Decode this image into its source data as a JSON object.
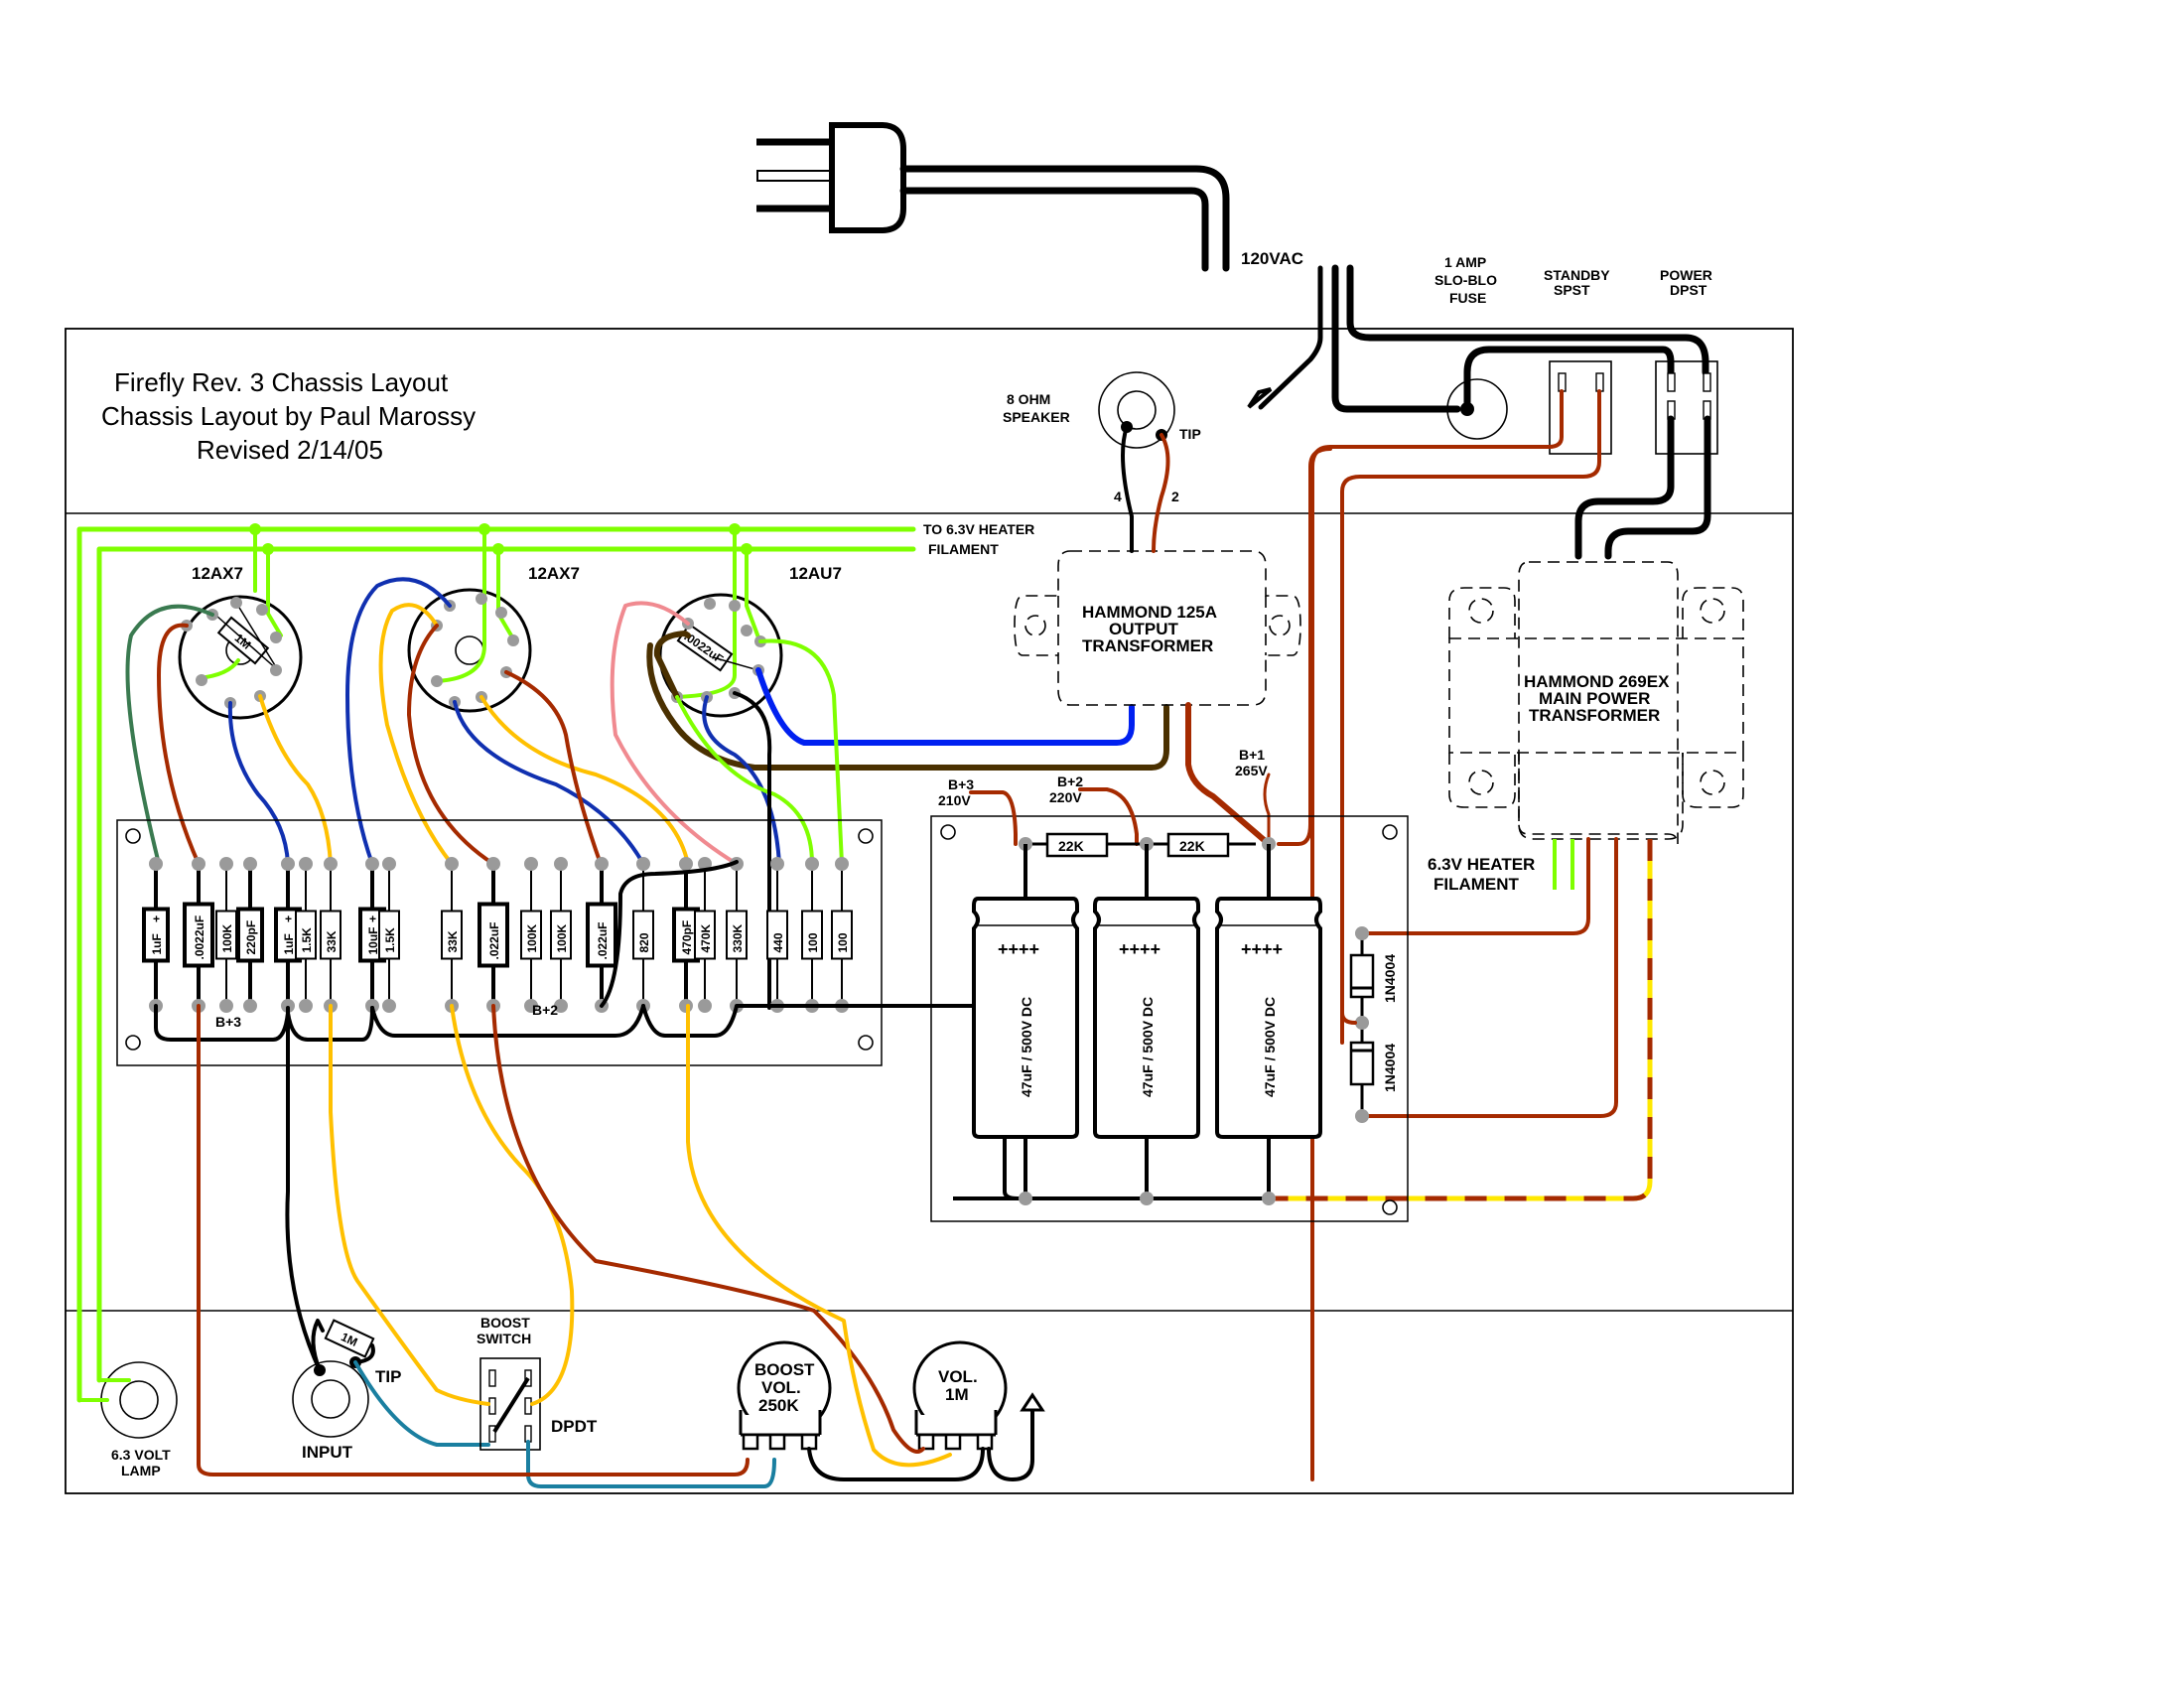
{
  "title_block": {
    "line1": "Firefly Rev. 3 Chassis Layout",
    "line2": "Chassis Layout by Paul Marossy",
    "line3": "Revised 2/14/05"
  },
  "power_section": {
    "mains_label": "120VAC",
    "fuse_label": [
      "1 AMP",
      "SLO-BLO",
      "FUSE"
    ],
    "standby_label": [
      "STANDBY",
      "SPST"
    ],
    "power_label": [
      "POWER",
      "DPST"
    ]
  },
  "speaker": {
    "label": [
      "8 OHM",
      "SPEAKER"
    ],
    "tip_label": "TIP",
    "tap_4": "4",
    "tap_2": "2"
  },
  "heater": {
    "label": [
      "TO 6.3V HEATER",
      "FILAMENT"
    ],
    "pt_label": [
      "6.3V HEATER",
      "FILAMENT"
    ]
  },
  "tubes": [
    {
      "name": "12AX7",
      "internal_part": "1M"
    },
    {
      "name": "12AX7",
      "internal_part": ""
    },
    {
      "name": "12AU7",
      "internal_part": ".0022uF"
    }
  ],
  "output_transformer": {
    "label": [
      "HAMMOND 125A",
      "OUTPUT",
      "TRANSFORMER"
    ]
  },
  "power_transformer": {
    "label": [
      "HAMMOND 269EX",
      "MAIN POWER",
      "TRANSFORMER"
    ]
  },
  "turret_board": {
    "components": [
      {
        "value": "1uF",
        "type": "electrolytic",
        "polarity": "+"
      },
      {
        "value": ".0022uF",
        "type": "capacitor"
      },
      {
        "value": "100K",
        "type": "resistor"
      },
      {
        "value": "220pF",
        "type": "capacitor"
      },
      {
        "value": "1uF",
        "type": "electrolytic",
        "polarity": "+"
      },
      {
        "value": "1.5K",
        "type": "resistor"
      },
      {
        "value": "33K",
        "type": "resistor"
      },
      {
        "value": "10uF",
        "type": "electrolytic",
        "polarity": "+"
      },
      {
        "value": "1.5K",
        "type": "resistor"
      },
      {
        "value": "33K",
        "type": "resistor"
      },
      {
        "value": ".022uF",
        "type": "capacitor"
      },
      {
        "value": "100K",
        "type": "resistor"
      },
      {
        "value": "100K",
        "type": "resistor"
      },
      {
        "value": ".022uF",
        "type": "capacitor"
      },
      {
        "value": "820",
        "type": "resistor"
      },
      {
        "value": "470pF",
        "type": "capacitor"
      },
      {
        "value": "470K",
        "type": "resistor"
      },
      {
        "value": "330K",
        "type": "resistor"
      },
      {
        "value": "440",
        "type": "resistor"
      },
      {
        "value": "100",
        "type": "resistor"
      },
      {
        "value": "100",
        "type": "resistor"
      }
    ],
    "b3_label": "B+3",
    "b2_label": "B+2"
  },
  "filter_board": {
    "b3": [
      "B+3",
      "210V"
    ],
    "b2": [
      "B+2",
      "220V"
    ],
    "b1": [
      "B+1",
      "265V"
    ],
    "dropping_resistors": [
      "22K",
      "22K"
    ],
    "caps": [
      {
        "value": "47uF / 500V DC",
        "polarity": "++++"
      },
      {
        "value": "47uF / 500V DC",
        "polarity": "++++"
      },
      {
        "value": "47uF / 500V DC",
        "polarity": "++++"
      }
    ],
    "diodes": [
      "1N4004",
      "1N4004"
    ]
  },
  "front_panel": {
    "lamp_label": [
      "6.3 VOLT",
      "LAMP"
    ],
    "input_label": "INPUT",
    "input_tip": "TIP",
    "input_resistor": "1M",
    "boost_switch_label": [
      "BOOST",
      "SWITCH"
    ],
    "dpdt_label": "DPDT",
    "boost_pot": [
      "BOOST",
      "VOL.",
      "250K"
    ],
    "vol_pot": [
      "VOL.",
      "1M"
    ]
  },
  "wire_colors": {
    "heater": "#7FFF00",
    "brown_red": "#A52A00",
    "yellow": "#FFC000",
    "blue": "#1030B0",
    "teal": "#1A7FA0",
    "dark_green": "#3A7A50",
    "pink": "#F08A90",
    "dark_brown": "#4A3000",
    "bright_blue": "#0020F0",
    "black": "#000000",
    "ground_dash": "#FFE800"
  }
}
